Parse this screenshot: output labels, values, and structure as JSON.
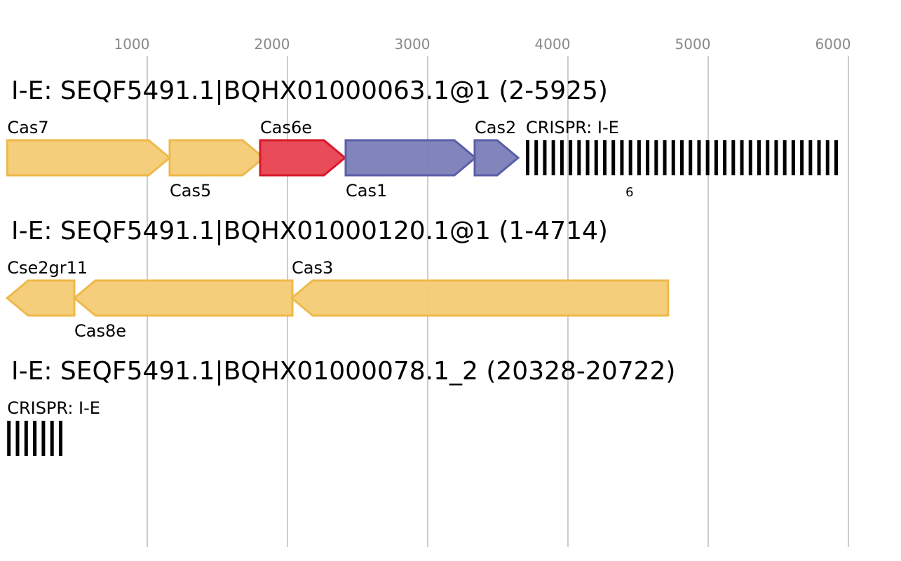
{
  "axis": {
    "ticks": [
      {
        "value": 1000,
        "label": "1000"
      },
      {
        "value": 2000,
        "label": "2000"
      },
      {
        "value": 3000,
        "label": "3000"
      },
      {
        "value": 4000,
        "label": "4000"
      },
      {
        "value": 5000,
        "label": "5000"
      },
      {
        "value": 6000,
        "label": "6000"
      }
    ]
  },
  "colors": {
    "yellow_fill": "#f3cb73",
    "yellow_stroke": "#eeb94a",
    "red_fill": "#e8414f",
    "red_stroke": "#d7182a",
    "blue_fill": "#7b7eb7",
    "blue_stroke": "#5a5ea8",
    "crispr": "#000000",
    "grid": "#bbbbbb"
  },
  "loci": [
    {
      "title": "I-E: SEQF5491.1|BQHX01000063.1@1 (2-5925)",
      "features": [
        {
          "name": "Cas7",
          "start": 2,
          "end": 1160,
          "strand": "+",
          "color": "yellow",
          "label_pos": "above"
        },
        {
          "name": "Cas5",
          "start": 1160,
          "end": 1830,
          "strand": "+",
          "color": "yellow",
          "label_pos": "below"
        },
        {
          "name": "Cas6e",
          "start": 1805,
          "end": 2410,
          "strand": "+",
          "color": "red",
          "label_pos": "above"
        },
        {
          "name": "Cas1",
          "start": 2415,
          "end": 3340,
          "strand": "+",
          "color": "blue",
          "label_pos": "below"
        },
        {
          "name": "Cas2",
          "start": 3335,
          "end": 3645,
          "strand": "+",
          "color": "blue",
          "label_pos": "above"
        },
        {
          "name": "CRISPR: I-E",
          "type": "crispr",
          "start": 3700,
          "end": 5925,
          "repeats": 37,
          "sublabel": "6",
          "label_pos": "above"
        }
      ]
    },
    {
      "title": "I-E: SEQF5491.1|BQHX01000120.1@1 (1-4714)",
      "features": [
        {
          "name": "Cse2gr11",
          "start": 1,
          "end": 480,
          "strand": "-",
          "color": "yellow",
          "label_pos": "above"
        },
        {
          "name": "Cas8e",
          "start": 480,
          "end": 2035,
          "strand": "-",
          "color": "yellow",
          "label_pos": "below"
        },
        {
          "name": "Cas3",
          "start": 2030,
          "end": 4714,
          "strand": "-",
          "color": "yellow",
          "label_pos": "above"
        }
      ]
    },
    {
      "title": "I-E: SEQF5491.1|BQHX01000078.1_2 (20328-20722)",
      "features": [
        {
          "name": "CRISPR: I-E",
          "type": "crispr",
          "start": 1,
          "end": 395,
          "repeats": 7,
          "label_pos": "above"
        }
      ]
    }
  ]
}
